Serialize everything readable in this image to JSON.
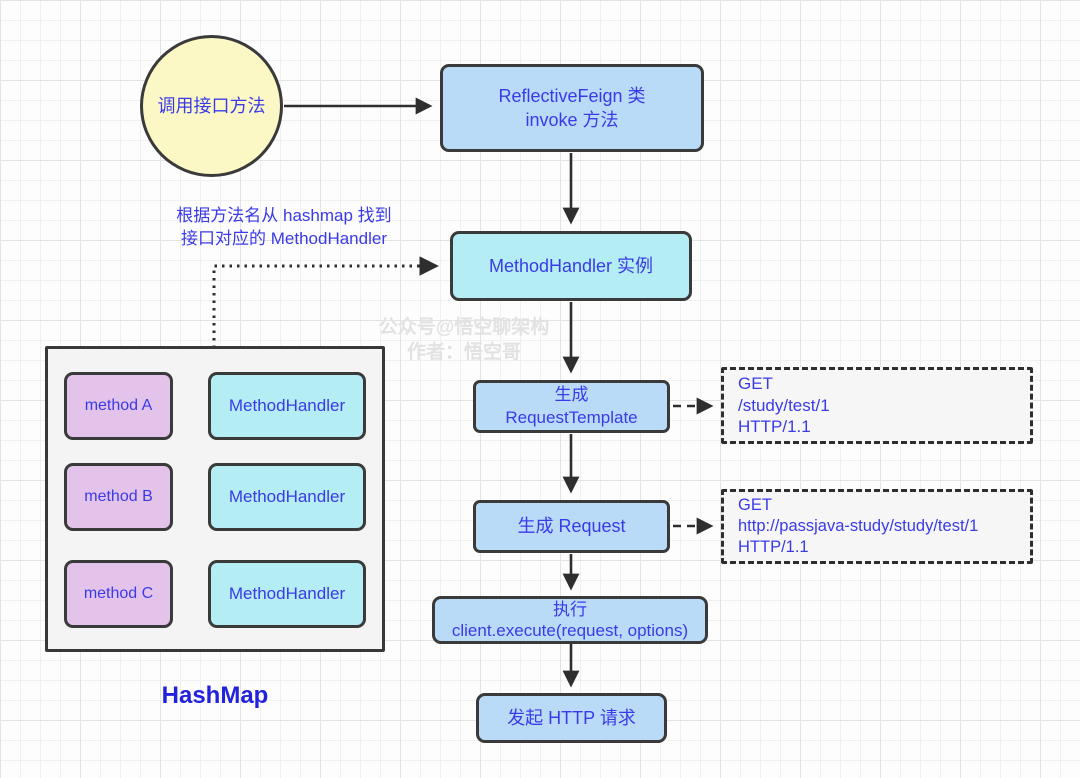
{
  "diagram": {
    "start_circle": {
      "label": "调用接口方法"
    },
    "nodes": {
      "reflective_feign": {
        "line1": "ReflectiveFeign 类",
        "line2": "invoke 方法"
      },
      "method_handler_instance": {
        "label": "MethodHandler 实例"
      },
      "gen_request_template": {
        "line1": "生成",
        "line2": "RequestTemplate"
      },
      "gen_request": {
        "label": "生成 Request"
      },
      "execute_client": {
        "line1": "执行",
        "line2": "client.execute(request, options)"
      },
      "send_http": {
        "label": "发起 HTTP 请求"
      }
    },
    "annotation": {
      "line1": "根据方法名从 hashmap 找到",
      "line2": "接口对应的 MethodHandler"
    },
    "watermark": {
      "line1": "公众号@悟空聊架构",
      "line2": "作者：悟空哥"
    },
    "hashmap": {
      "title": "HashMap",
      "rows": [
        {
          "key": "method A",
          "value": "MethodHandler"
        },
        {
          "key": "method B",
          "value": "MethodHandler"
        },
        {
          "key": "method C",
          "value": "MethodHandler"
        }
      ]
    },
    "request_template_detail": {
      "lines": [
        "GET",
        "/study/test/1",
        "HTTP/1.1"
      ]
    },
    "request_detail": {
      "lines": [
        "GET",
        "http://passjava-study/study/test/1",
        "HTTP/1.1"
      ]
    },
    "colors": {
      "node_blue": "#b9dbf8",
      "node_cyan": "#b4edf3",
      "node_purple": "#e3c3ea",
      "node_yellow": "#fcf8c5",
      "text_blue": "#3a3ae8",
      "border_dark": "#3a3a3a",
      "panel_gray": "#f4f4f4",
      "watermark_gray": "#e2e2e2"
    }
  }
}
